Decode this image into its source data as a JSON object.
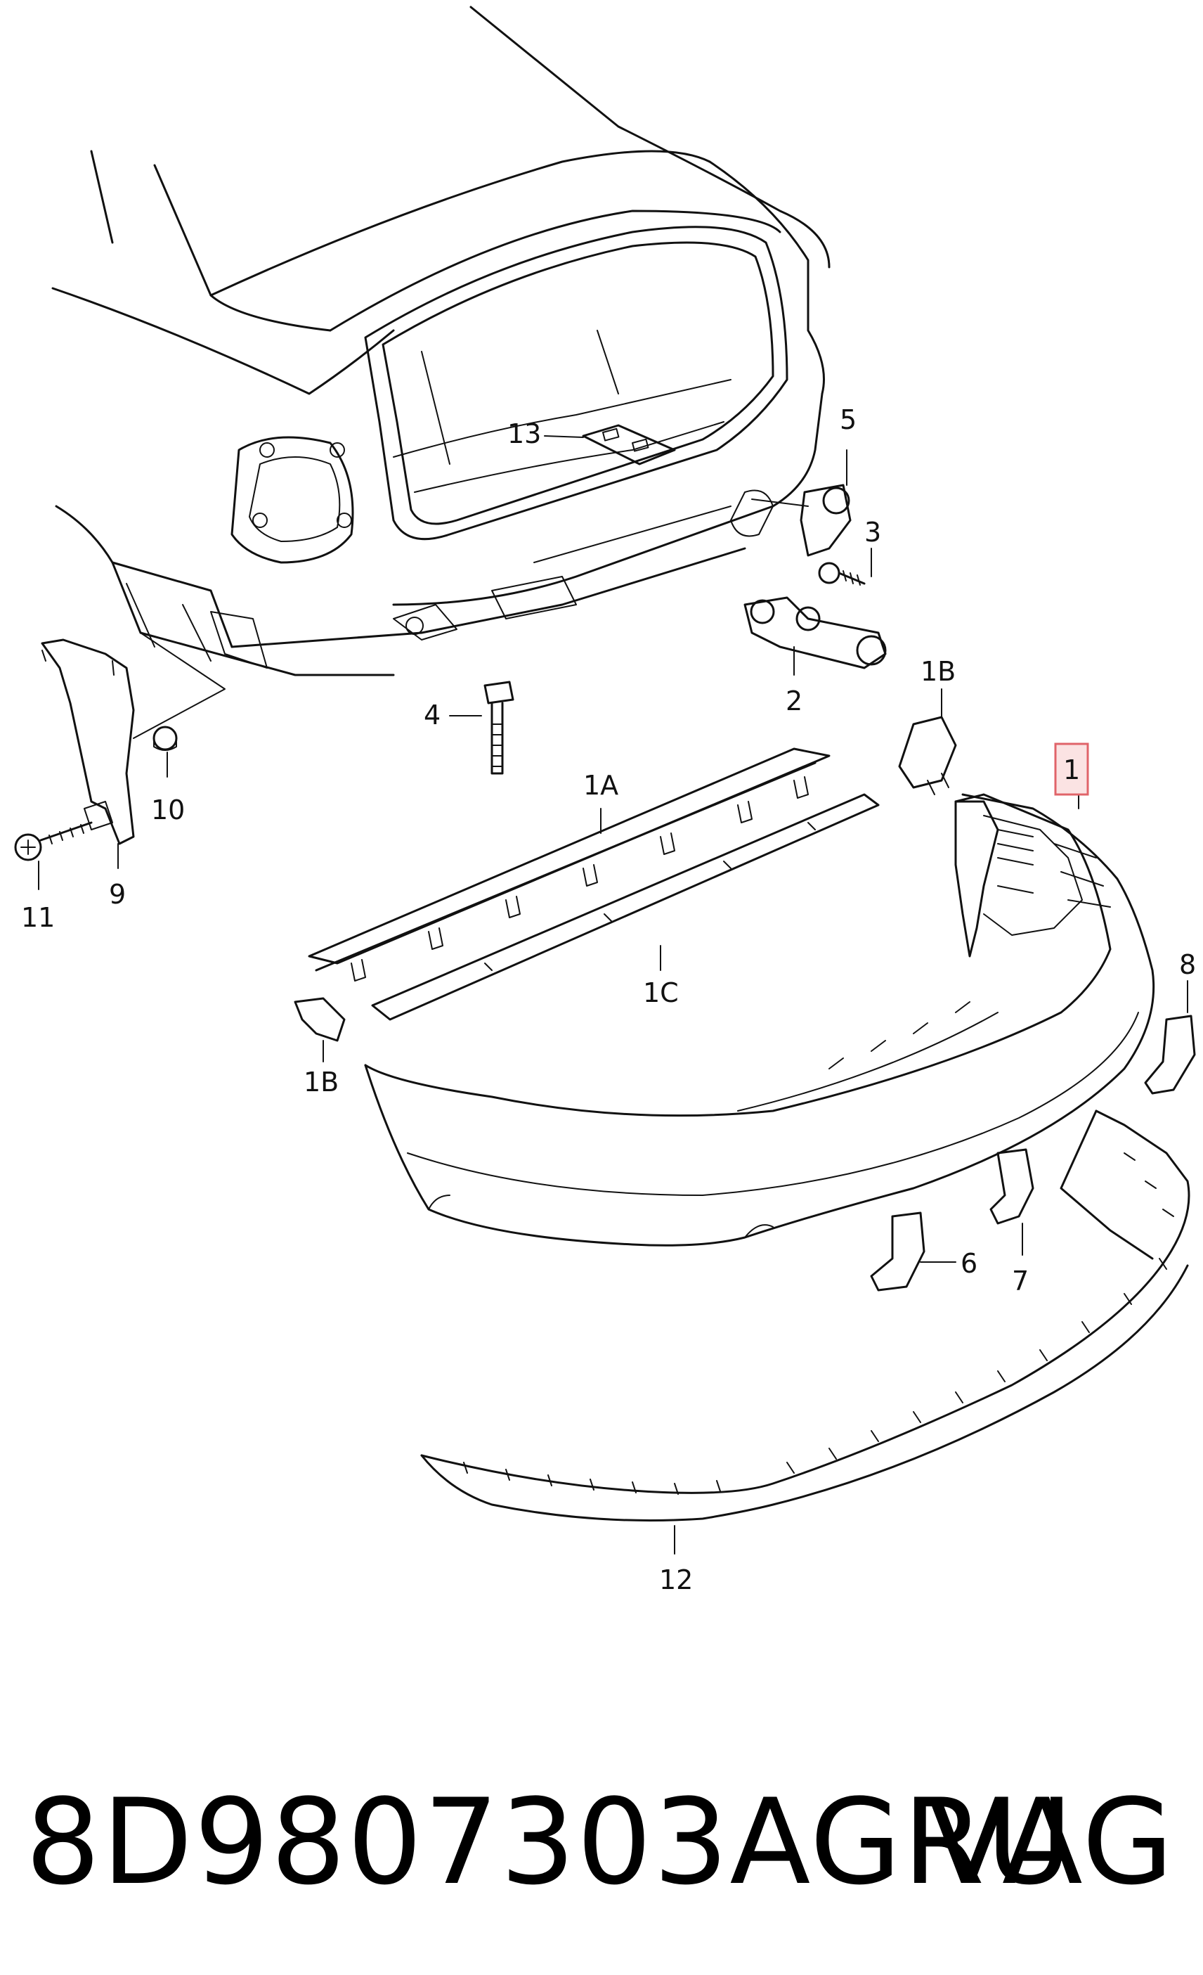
{
  "callouts": {
    "c13": "13",
    "c5": "5",
    "c3": "3",
    "c2": "2",
    "c4": "4",
    "c1B_top": "1B",
    "c1": "1",
    "c1A": "1A",
    "c1C": "1C",
    "c1B_bottom": "1B",
    "c10": "10",
    "c11": "11",
    "c9": "9",
    "c8": "8",
    "c6": "6",
    "c7": "7",
    "c12": "12"
  },
  "highlighted_callout": "1",
  "footer": {
    "part_number": "8D9807303AGRU",
    "brand": "VAG"
  },
  "colors": {
    "line": "#111111",
    "highlight_fill": "#fbe3e3",
    "highlight_border": "#e0646a"
  }
}
